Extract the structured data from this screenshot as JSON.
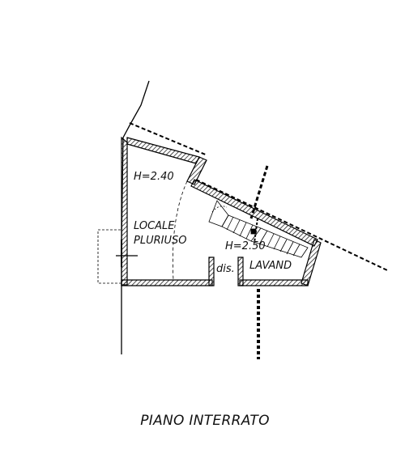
{
  "plan": {
    "title": "PIANO INTERRATO",
    "rooms": [
      {
        "name_line1": "LOCALE",
        "name_line2": "PLURIUSO",
        "height": "H=2.40"
      },
      {
        "name": "dis.",
        "height": "H=2.50"
      },
      {
        "name": "LAVAND"
      }
    ],
    "colors": {
      "wall": "#000000",
      "background": "#ffffff",
      "hatch": "#222222"
    }
  }
}
